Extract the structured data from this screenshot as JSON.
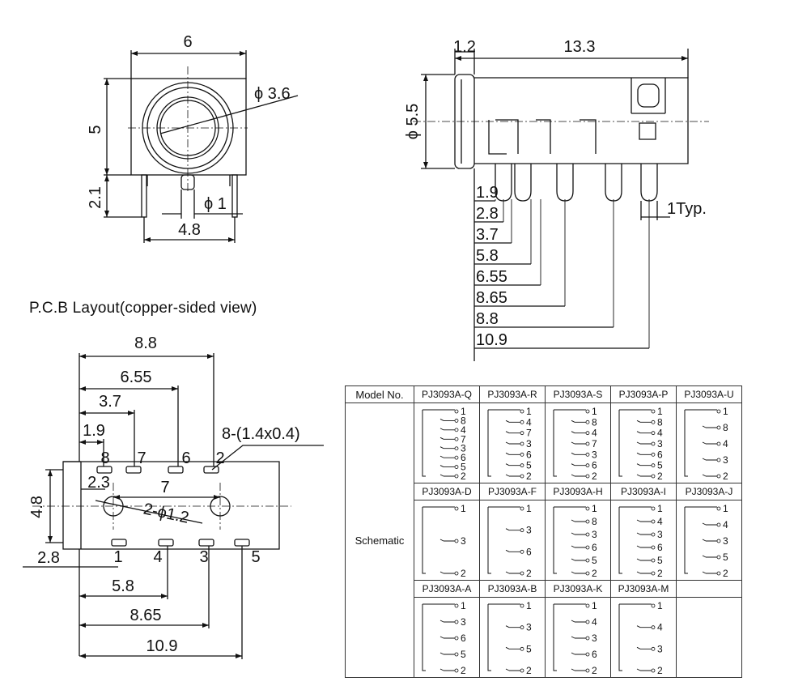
{
  "front_view": {
    "width": "6",
    "height": "5",
    "lead_length": "2.1",
    "bore_diameter": "ϕ 3.6",
    "pin_diameter": "ϕ 1",
    "pin_spacing": "4.8"
  },
  "side_view": {
    "flange": "1.2",
    "body_length": "13.3",
    "body_diameter": "ϕ 5.5",
    "pin_width": "1Typ.",
    "pin_offsets": [
      "1.9",
      "2.8",
      "3.7",
      "5.8",
      "6.55",
      "8.65",
      "8.8",
      "10.9"
    ]
  },
  "pcb_layout": {
    "title": "P.C.B Layout(copper-sided view)",
    "top_dims": [
      "8.8",
      "6.55",
      "3.7",
      "1.9"
    ],
    "slot_size": "8-(1.4x0.4)",
    "top_pins": [
      "8",
      "7",
      "6",
      "2"
    ],
    "bottom_pins": [
      "1",
      "4",
      "3",
      "5"
    ],
    "row_offset": "2.3",
    "hole_spacing": "7",
    "hole_diameter": "2-ϕ1.2",
    "row_spacing": "4.8",
    "left_offset": "2.8",
    "bottom_dims": [
      "5.8",
      "8.65",
      "10.9"
    ]
  },
  "table": {
    "col_header": "Model No.",
    "row_label": "Schematic",
    "rows": [
      {
        "models": [
          "PJ3093A-Q",
          "PJ3093A-R",
          "PJ3093A-S",
          "PJ3093A-P",
          "PJ3093A-U"
        ],
        "pins": [
          [
            "1",
            "8",
            "4",
            "7",
            "3",
            "6",
            "5",
            "2"
          ],
          [
            "1",
            "4",
            "7",
            "3",
            "6",
            "5",
            "2"
          ],
          [
            "1",
            "8",
            "4",
            "7",
            "3",
            "6",
            "2"
          ],
          [
            "1",
            "8",
            "4",
            "3",
            "6",
            "5",
            "2"
          ],
          [
            "1",
            "8",
            "4",
            "3",
            "2"
          ]
        ]
      },
      {
        "models": [
          "PJ3093A-D",
          "PJ3093A-F",
          "PJ3093A-H",
          "PJ3093A-I",
          "PJ3093A-J"
        ],
        "pins": [
          [
            "1",
            "3",
            "2"
          ],
          [
            "1",
            "3",
            "6",
            "2"
          ],
          [
            "1",
            "8",
            "3",
            "6",
            "5",
            "2"
          ],
          [
            "1",
            "4",
            "3",
            "6",
            "5",
            "2"
          ],
          [
            "1",
            "4",
            "3",
            "5",
            "2"
          ]
        ]
      },
      {
        "models": [
          "PJ3093A-A",
          "PJ3093A-B",
          "PJ3093A-K",
          "PJ3093A-M",
          ""
        ],
        "pins": [
          [
            "1",
            "3",
            "6",
            "5",
            "2"
          ],
          [
            "1",
            "3",
            "5",
            "2"
          ],
          [
            "1",
            "4",
            "3",
            "6",
            "2"
          ],
          [
            "1",
            "4",
            "3",
            "2"
          ],
          []
        ]
      }
    ]
  }
}
